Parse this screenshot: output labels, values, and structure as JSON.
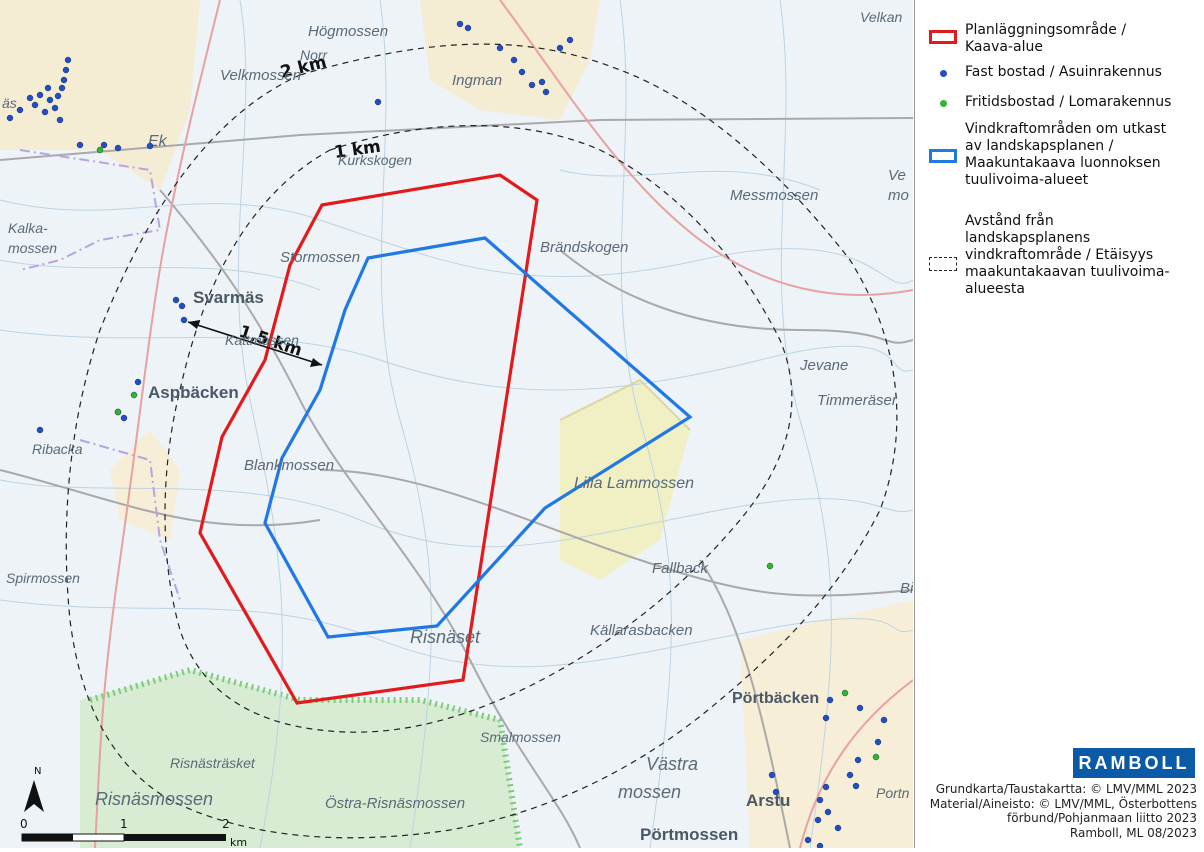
{
  "legend": {
    "items": [
      {
        "key": "plan",
        "label": "Planläggningsområde /\nKaava-alue",
        "symbol": "red-rect"
      },
      {
        "key": "house",
        "label": "Fast bostad / Asuinrakennus",
        "symbol": "blue-dot",
        "color": "#1f4fc8"
      },
      {
        "key": "holiday",
        "label": "Fritidsbostad / Lomarakennus",
        "symbol": "green-dot",
        "color": "#2cb82c"
      },
      {
        "key": "wind",
        "label": "Vindkraftområden om utkast\nav landskapsplanen /\nMaakuntakaava luonnoksen\ntuulivoima-alueet",
        "symbol": "blue-rect"
      },
      {
        "key": "dist",
        "label": "Avstånd från\nlandskapsplanens\nvindkraftområde / Etäisyys\nmaakuntakaavan tuulivoima-\nalueesta",
        "symbol": "dashed-rect"
      }
    ]
  },
  "logo": "RAMBOLL",
  "credits": {
    "line1": "Grundkarta/Taustakartta: © LMV/MML 2023",
    "line2": "Material/Aineisto: © LMV/MML, Österbottens",
    "line3": "förbund/Pohjanmaan liitto 2023",
    "line4": "Ramboll, ML 08/2023"
  },
  "map": {
    "distance_labels": {
      "two_km": "2 km",
      "one_km": "1 km",
      "measure": "1,5 km"
    },
    "place_names": [
      "Högmossen",
      "Norr",
      "Velkmossen",
      "Ingman",
      "Velkan",
      "Ek",
      "Kalka-",
      "mossen",
      "Kurkskogen",
      "Messmossen",
      "Ve",
      "mo",
      "Stormossen",
      "Brändskogen",
      "Svarmäs",
      "Kattmossen",
      "Jevane",
      "Aspbäcken",
      "Timmeräser",
      "Ribacka",
      "Blankmossen",
      "Lilla Lammossen",
      "Spirmossen",
      "Fallback",
      "Bi",
      "Källarasbacken",
      "Risnäset",
      "Pörtbäcken",
      "Smalmossen",
      "Risnästräsket",
      "Västra",
      "mossen",
      "Risnäsmossen",
      "Östra-Risnäsmossen",
      "Arstu",
      "Pörtmossen",
      "äs",
      "Portn"
    ],
    "scale": {
      "ticks": [
        "0",
        "1",
        "2"
      ],
      "unit": "km"
    },
    "north": "N",
    "colors": {
      "plan": "#e31a1c",
      "wind": "#1f78e4",
      "house": "#1f4fc8",
      "holiday": "#2cb82c"
    }
  }
}
